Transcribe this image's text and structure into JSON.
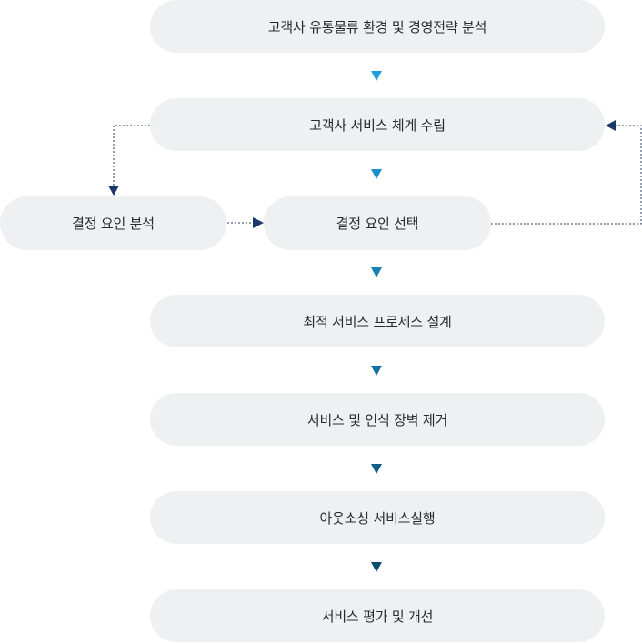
{
  "steps": {
    "s1": "고객사 유통물류 환경 및 경영전략 분석",
    "s2": "고객사 서비스 체계 수립",
    "s3a": "결정 요인 분석",
    "s3b": "결정 요인 선택",
    "s4": "최적 서비스 프로세스 설계",
    "s5": "서비스 및 인식 장벽 제거",
    "s6": "아웃소싱 서비스실행",
    "s7": "서비스 평가 및 개선"
  },
  "colors": {
    "box": "#eff0f2",
    "text": "#2a2a2a",
    "arrow_gradient": [
      "#1ea0dc",
      "#1a8fc8",
      "#1680b6",
      "#126fa0",
      "#0e5f8a",
      "#0a4f73",
      "#0a4a68"
    ],
    "dotted": "#1b3668"
  }
}
